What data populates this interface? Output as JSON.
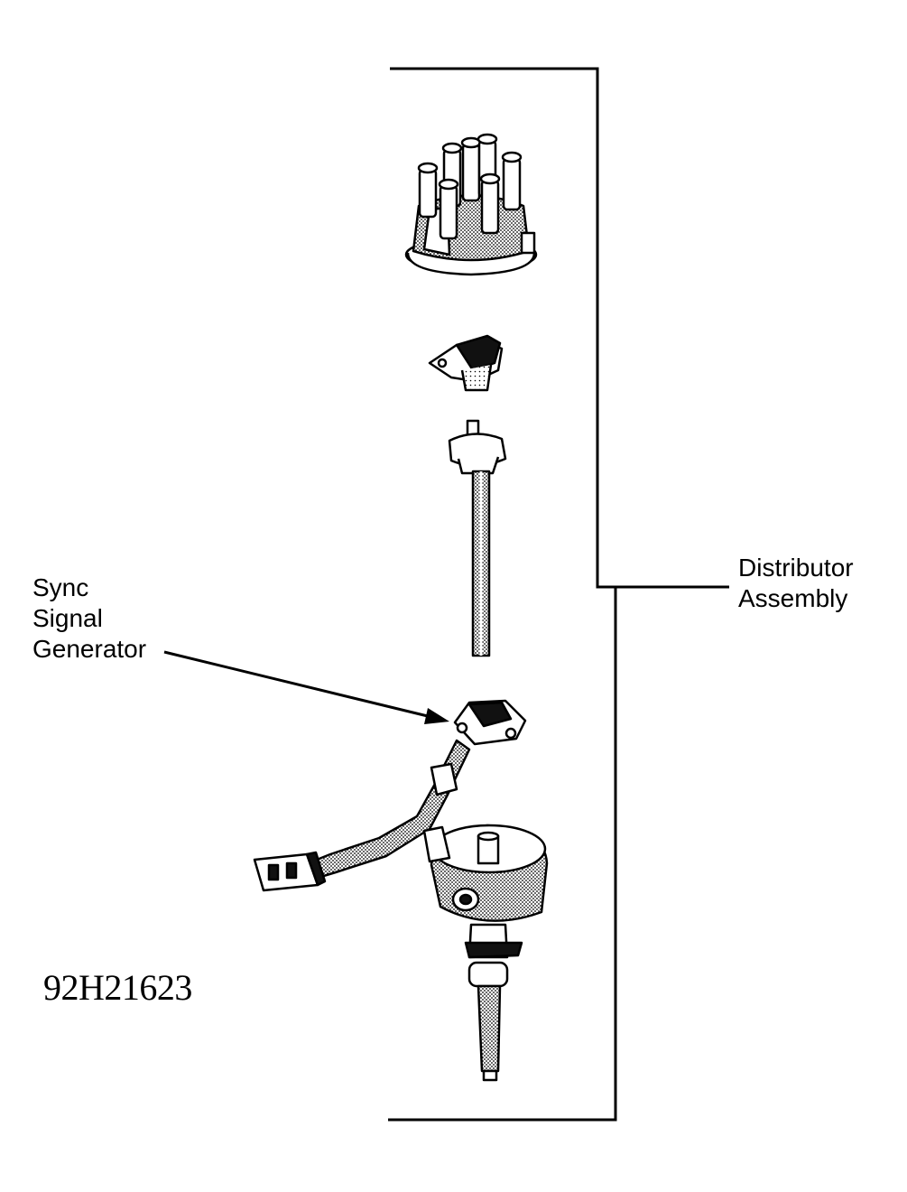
{
  "labels": {
    "sync_line1": "Sync",
    "sync_line2": "Signal",
    "sync_line3": "Generator",
    "dist_line1": "Distributor",
    "dist_line2": "Assembly",
    "figure_id": "92H21623"
  },
  "colors": {
    "ink": "#000000",
    "paper": "#ffffff",
    "shade": "#cfcfcf"
  },
  "parts": [
    "distributor-cap",
    "rotor",
    "shaft-with-reluctor",
    "sync-signal-generator",
    "wiring-harness-connector",
    "distributor-housing"
  ]
}
